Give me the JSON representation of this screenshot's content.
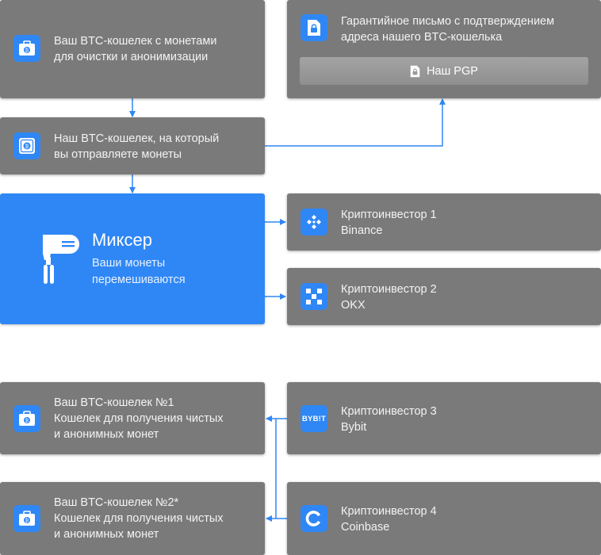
{
  "colors": {
    "box": "#7a7a7a",
    "accent": "#2f87f5",
    "line": "#2f87f5"
  },
  "wallet_source": {
    "icon": "bitcoin-wallet-icon",
    "lines": [
      "Ваш BTC-кошелек с монетами",
      "для очистки и анонимизации"
    ]
  },
  "guarantee": {
    "icon": "lock-document-icon",
    "lines": [
      "Гарантийное письмо с подтверждением",
      "адреса нашего BTC-кошелька"
    ],
    "pgp_label": "Наш PGP"
  },
  "our_wallet": {
    "icon": "bitcoin-safe-icon",
    "lines": [
      "Наш BTC-кошелек, на который",
      "вы отправляете монеты"
    ]
  },
  "mixer": {
    "icon": "mixer-icon",
    "title": "Миксер",
    "lines": [
      "Ваши монеты",
      "перемешиваются"
    ]
  },
  "investors": [
    {
      "icon": "binance-icon",
      "lines": [
        "Криптоинвестор 1",
        "Binance"
      ]
    },
    {
      "icon": "okx-icon",
      "lines": [
        "Криптоинвестор 2",
        "OKX"
      ]
    },
    {
      "icon": "bybit-icon",
      "logo_text": "BYB!T",
      "lines": [
        "Криптоинвестор 3",
        "Bybit"
      ]
    },
    {
      "icon": "coinbase-icon",
      "lines": [
        "Криптоинвестор 4",
        "Coinbase"
      ]
    }
  ],
  "clean_wallets": [
    {
      "icon": "bitcoin-wallet-icon",
      "lines": [
        "Ваш BTC-кошелек №1",
        "Кошелек для получения чистых",
        "и анонимных монет"
      ]
    },
    {
      "icon": "bitcoin-wallet-icon",
      "lines": [
        "Ваш BTC-кошелек №2*",
        "Кошелек для получения чистых",
        "и анонимных монет"
      ]
    }
  ]
}
